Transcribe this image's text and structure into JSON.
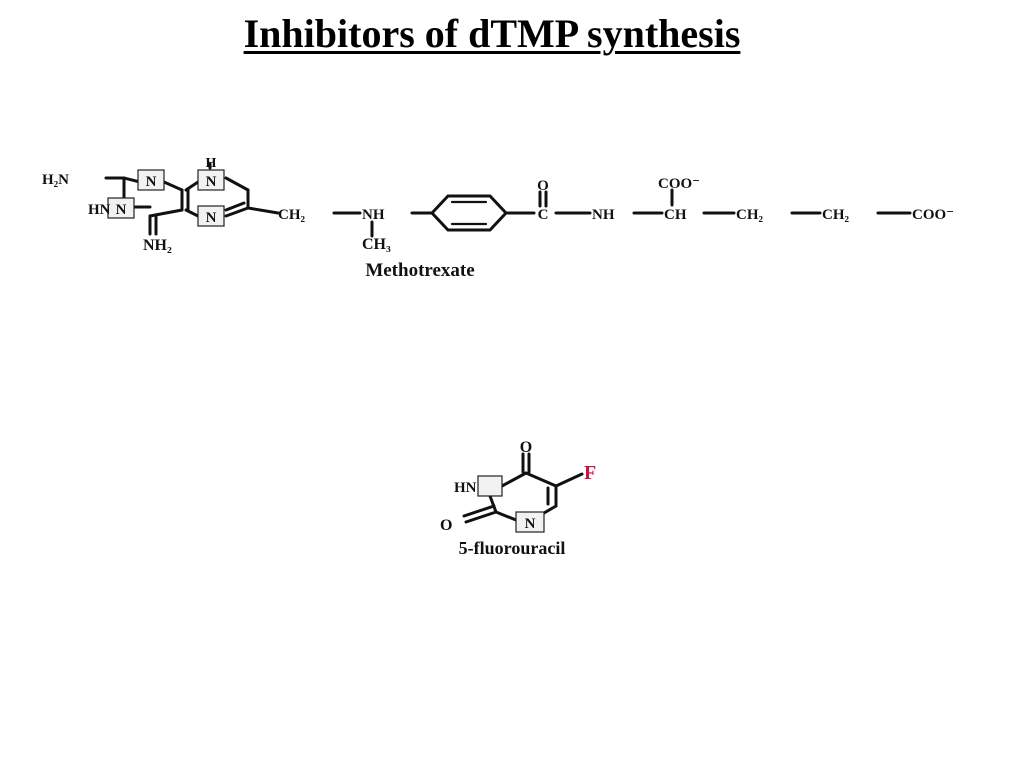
{
  "title": "Inhibitors of dTMP synthesis",
  "colors": {
    "fluorine": "#cc1144",
    "ink": "#111111"
  },
  "methotrexate": {
    "name": "Methotrexate",
    "atoms": {
      "h2n": "H₂N",
      "hn": "HN",
      "n_box": "N",
      "h_top": "H",
      "nh2": "NH₂",
      "ch2_a": "CH₂",
      "nh_a": "NH",
      "ch3": "CH₃",
      "o": "O",
      "c": "C",
      "nh_b": "NH",
      "ch": "CH",
      "coo_top": "COO⁻",
      "ch2_b": "CH₂",
      "ch2_c": "CH₂",
      "coo_end": "COO⁻"
    }
  },
  "fluorouracil": {
    "name": "5-fluorouracil",
    "atoms": {
      "o_top": "O",
      "f": "F",
      "hn": "HN",
      "n": "N",
      "o_left": "O"
    }
  }
}
